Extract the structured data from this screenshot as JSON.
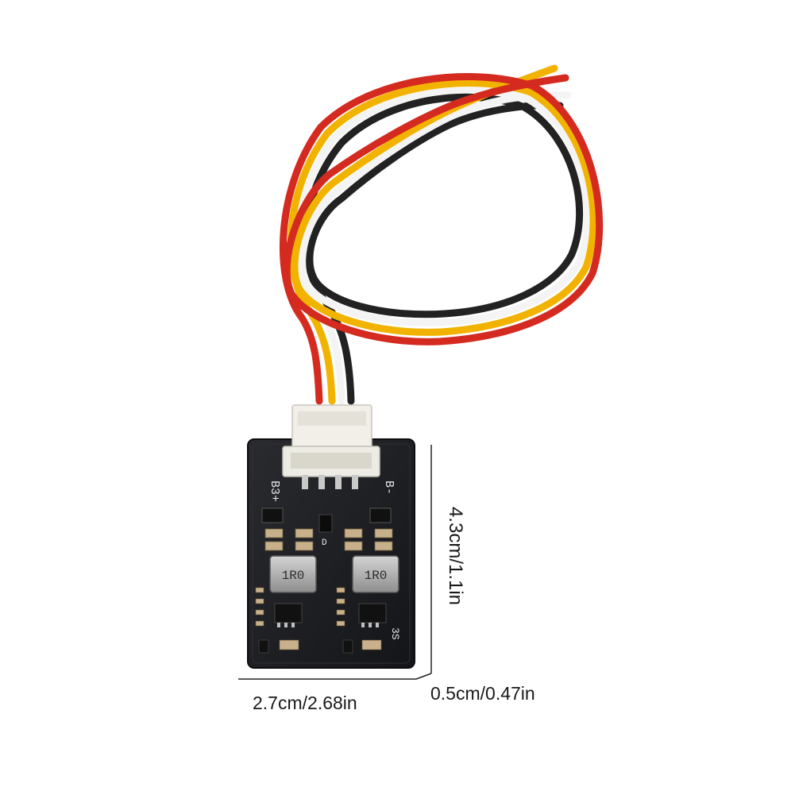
{
  "product": {
    "silkscreen": {
      "b3_plus": "B3+",
      "b_minus": "B-",
      "inductor_left": "1R0",
      "inductor_right": "1R0",
      "cell_count": "3S",
      "pin_marker": "D"
    },
    "wires": [
      "#d42a1f",
      "#f2b300",
      "#f4f4f4",
      "#222222"
    ]
  },
  "dimensions": {
    "height": "4.3cm/1.1in",
    "width": "2.7cm/2.68in",
    "depth": "0.5cm/0.47in"
  },
  "colors": {
    "pcb": "#1e1f22",
    "connector": "#f1efe8",
    "background": "#ffffff"
  }
}
